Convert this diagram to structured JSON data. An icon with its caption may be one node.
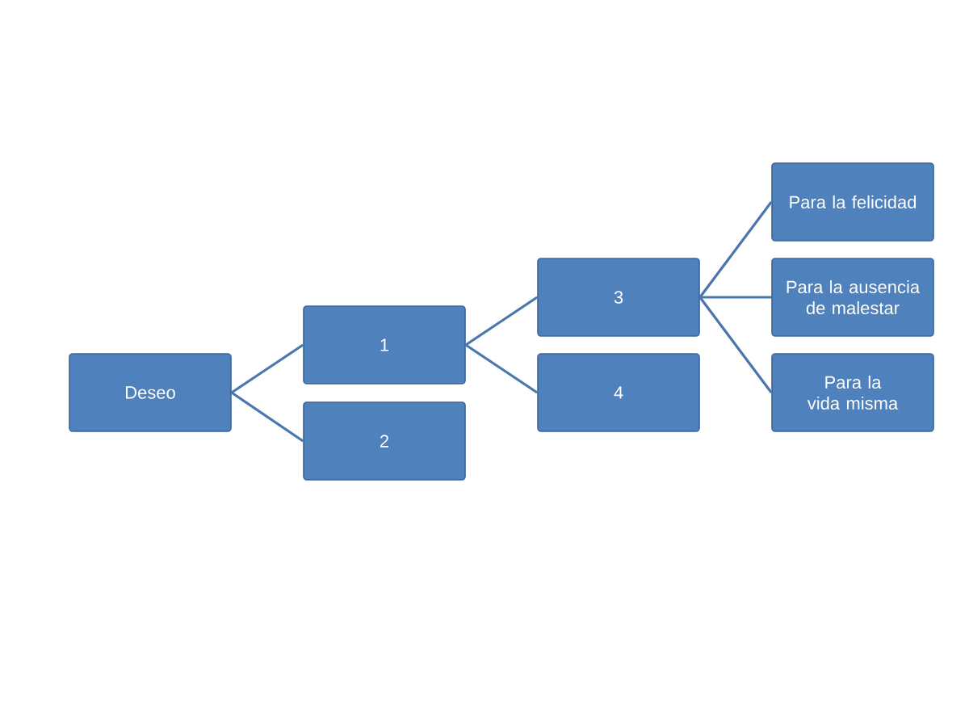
{
  "diagram": {
    "nodes": [
      {
        "text": [
          "Deseo"
        ]
      },
      {
        "text": [
          "1"
        ]
      },
      {
        "text": [
          "2"
        ]
      },
      {
        "text": [
          "3"
        ]
      },
      {
        "text": [
          "4"
        ]
      },
      {
        "text": [
          "Para la felicidad"
        ]
      },
      {
        "text": [
          "Para la ausencia de malestar"
        ]
      },
      {
        "text": [
          "Para la vida misma"
        ]
      }
    ],
    "edges": [
      {
        "from": 0,
        "to": 1,
        "arrow": "none"
      },
      {
        "from": 0,
        "to": 2,
        "arrow": "none"
      },
      {
        "from": 1,
        "to": 3,
        "arrow": "none"
      },
      {
        "from": 1,
        "to": 4,
        "arrow": "none"
      },
      {
        "from": 3,
        "to": 5,
        "arrow": "none"
      },
      {
        "from": 3,
        "to": 6,
        "arrow": "none"
      },
      {
        "from": 3,
        "to": 7,
        "arrow": "none"
      }
    ]
  }
}
